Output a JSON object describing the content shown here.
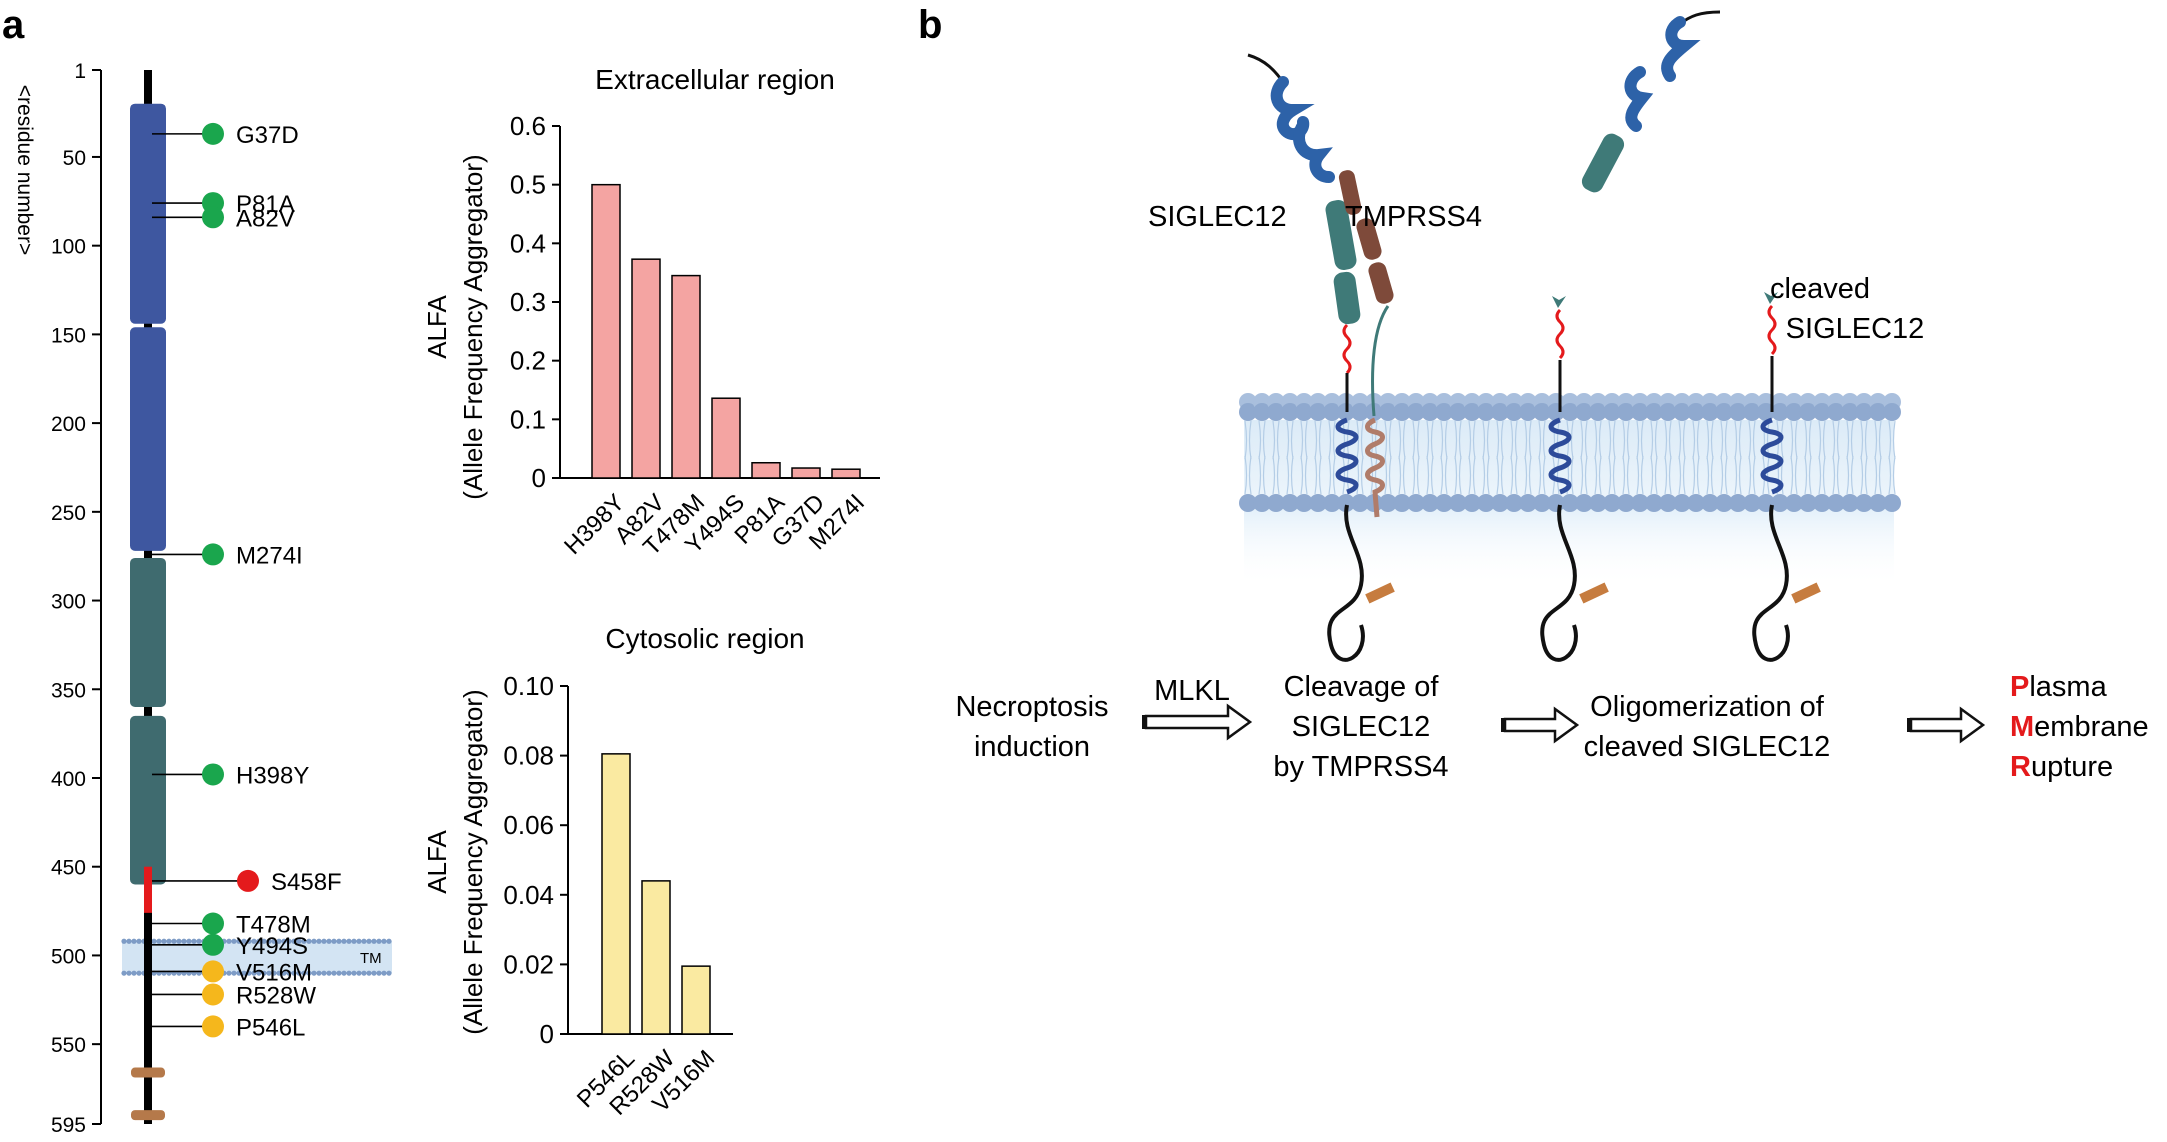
{
  "panels": {
    "a": "a",
    "b": "b"
  },
  "domain_map": {
    "axis_label": "<residue number>",
    "ticks": [
      1,
      50,
      100,
      150,
      200,
      250,
      300,
      350,
      400,
      450,
      500,
      550,
      595
    ],
    "range": [
      1,
      595
    ],
    "tm_label": "TM",
    "domains": [
      {
        "start": 20,
        "end": 144,
        "color": "#3e57a0"
      },
      {
        "start": 146,
        "end": 272,
        "color": "#3e57a0"
      },
      {
        "start": 276,
        "end": 360,
        "color": "#3f6b6f"
      },
      {
        "start": 365,
        "end": 460,
        "color": "#3f6b6f"
      }
    ],
    "red_segment": {
      "start": 450,
      "end": 476
    },
    "tm_region": {
      "start": 492,
      "end": 510
    },
    "brown_marks": [
      566,
      590
    ],
    "variants": [
      {
        "label": "G37D",
        "pos": 37,
        "color": "#1aa64d"
      },
      {
        "label": "P81A",
        "pos": 76,
        "color": "#1aa64d"
      },
      {
        "label": "A82V",
        "pos": 84,
        "color": "#1aa64d"
      },
      {
        "label": "M274I",
        "pos": 274,
        "color": "#1aa64d"
      },
      {
        "label": "H398Y",
        "pos": 398,
        "color": "#1aa64d"
      },
      {
        "label": "S458F",
        "pos": 458,
        "color": "#e41a1c"
      },
      {
        "label": "T478M",
        "pos": 482,
        "color": "#1aa64d"
      },
      {
        "label": "Y494S",
        "pos": 494,
        "color": "#1aa64d"
      },
      {
        "label": "V516M",
        "pos": 509,
        "color": "#f5b71c"
      },
      {
        "label": "R528W",
        "pos": 522,
        "color": "#f5b71c"
      },
      {
        "label": "P546L",
        "pos": 540,
        "color": "#f5b71c"
      }
    ]
  },
  "chart_data": [
    {
      "type": "bar",
      "title": "Extracellular region",
      "ylabel_line1": "ALFA",
      "ylabel_line2": "(Allele Frequency Aggregator)",
      "categories": [
        "H398Y",
        "A82V",
        "T478M",
        "Y494S",
        "P81A",
        "G37D",
        "M274I"
      ],
      "values": [
        0.5,
        0.373,
        0.345,
        0.136,
        0.026,
        0.017,
        0.015
      ],
      "ylim": [
        0,
        0.6
      ],
      "yticks": [
        "0",
        "0.1",
        "0.2",
        "0.3",
        "0.4",
        "0.5",
        "0.6"
      ],
      "color": "#f4a4a2"
    },
    {
      "type": "bar",
      "title": "Cytosolic region",
      "ylabel_line1": "ALFA",
      "ylabel_line2": "(Allele Frequency Aggregator)",
      "categories": [
        "P546L",
        "R528W",
        "V516M"
      ],
      "values": [
        0.0805,
        0.044,
        0.0195
      ],
      "ylim": [
        0,
        0.1
      ],
      "yticks": [
        "0",
        "0.02",
        "0.04",
        "0.06",
        "0.08",
        "0.10"
      ],
      "color": "#faeaa1"
    }
  ],
  "schematic": {
    "label_siglec12": "SIGLEC12",
    "label_tmprss4": "TMPRSS4",
    "label_cleaved_1": "cleaved",
    "label_cleaved_2": "SIGLEC12"
  },
  "pathway": {
    "step1_line1": "Necroptosis",
    "step1_line2": "induction",
    "arrow1_label": "MLKL",
    "step2_line1": "Cleavage of",
    "step2_line2": "SIGLEC12",
    "step2_line3": "by TMPRSS4",
    "step3_line1": "Oligomerization of",
    "step3_line2": "cleaved SIGLEC12",
    "pmr": [
      {
        "initial": "P",
        "rest": "lasma"
      },
      {
        "initial": "M",
        "rest": "embrane"
      },
      {
        "initial": "R",
        "rest": "upture"
      }
    ],
    "initial_color": "#e41a1c"
  }
}
